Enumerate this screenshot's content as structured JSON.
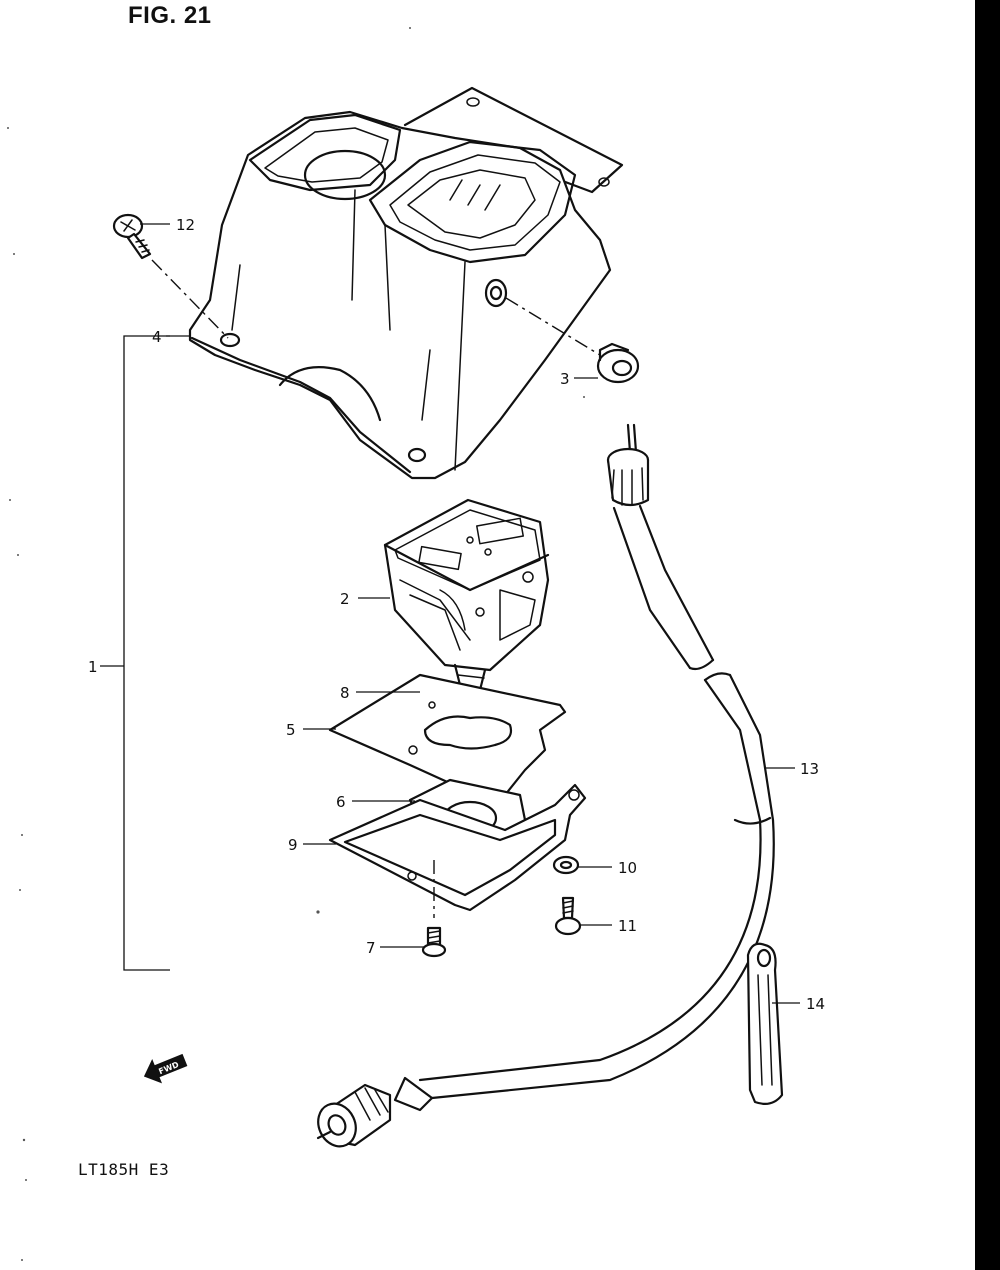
{
  "figure_title": "FIG. 21",
  "model_code": "LT185H E3",
  "fwd_label": "FWD",
  "callouts": {
    "c1": "1",
    "c2": "2",
    "c3": "3",
    "c4": "4",
    "c5": "5",
    "c6": "6",
    "c7": "7",
    "c8": "8",
    "c9": "9",
    "c10": "10",
    "c11": "11",
    "c12": "12",
    "c13": "13",
    "c14": "14"
  }
}
